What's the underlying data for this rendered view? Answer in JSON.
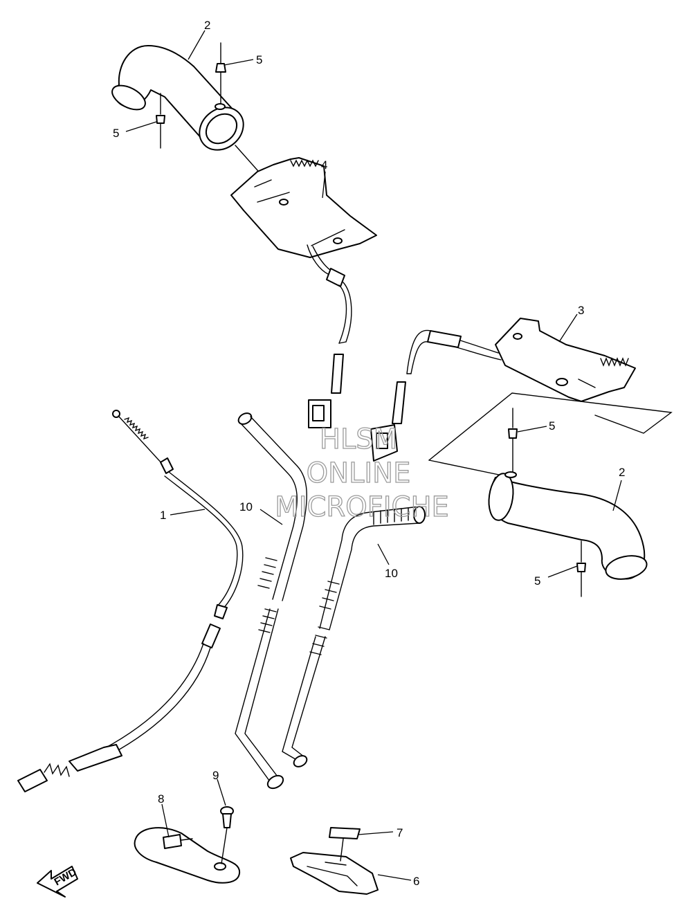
{
  "watermark": {
    "line1": "HLSM",
    "line2": "ONLINE",
    "line3": "MICROFICHE"
  },
  "fwd_label": "FWD",
  "callouts": {
    "c1": "1",
    "c2a": "2",
    "c2b": "2",
    "c3": "3",
    "c4": "4",
    "c5a": "5",
    "c5b": "5",
    "c5c": "5",
    "c5d": "5",
    "c6": "6",
    "c7": "7",
    "c8": "8",
    "c9": "9",
    "c10a": "10",
    "c10b": "10"
  }
}
